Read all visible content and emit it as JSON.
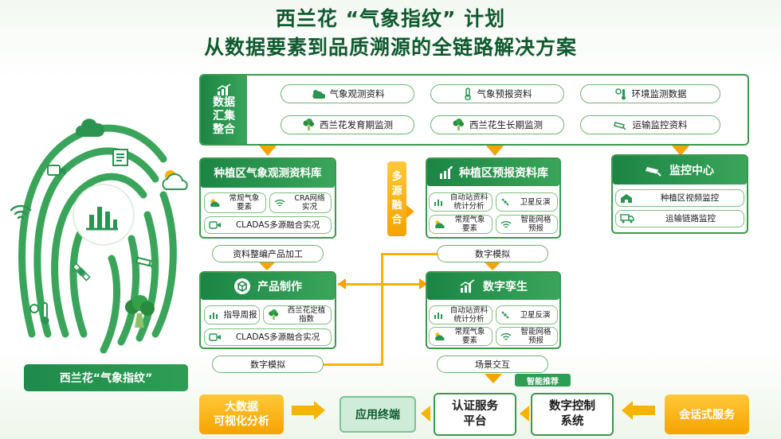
{
  "title": {
    "line1": "西兰花 “气象指纹” 计划",
    "line2": "从数据要素到品质溯源的全链路解决方案"
  },
  "fingerprint_label": "西兰花“气象指纹”",
  "data_collection": {
    "label": "数据汇集整合",
    "label_lines": [
      "数据",
      "汇集",
      "整合"
    ],
    "items": [
      {
        "label": "气象观测资料",
        "icon": "cloud-sun-icon"
      },
      {
        "label": "气象预报资料",
        "icon": "thermometer-icon"
      },
      {
        "label": "环境监测数据",
        "icon": "thermo-sun-icon"
      },
      {
        "label": "西兰花发育期监测",
        "icon": "broccoli-icon"
      },
      {
        "label": "西兰花生长期监测",
        "icon": "broccoli-icon"
      },
      {
        "label": "运输监控资料",
        "icon": "camera-icon"
      }
    ]
  },
  "planting_obs": {
    "title": "种植区气象观测资料库",
    "items": [
      "常规气象要素",
      "CRA网络实况"
    ],
    "item_lines": [
      [
        "常规气象",
        "要素"
      ],
      [
        "CRA网络",
        "实况"
      ]
    ],
    "wide": "CLADAS多源融合实况",
    "process": "资料整编产品加工"
  },
  "multi_source": {
    "label": "多源融合",
    "lines": [
      "多",
      "源",
      "融",
      "合"
    ]
  },
  "planting_forecast": {
    "title": "种植区预报资料库",
    "items": [
      {
        "lines": [
          "自动站资料",
          "统计分析"
        ]
      },
      {
        "lines": [
          "卫星反演"
        ]
      },
      {
        "lines": [
          "常规气象",
          "要素"
        ]
      },
      {
        "lines": [
          "智能网格",
          "预报"
        ]
      }
    ],
    "process": "数字模拟"
  },
  "monitoring": {
    "title": "监控中心",
    "items": [
      "种植区视频监控",
      "运输链路监控"
    ]
  },
  "product": {
    "title": "产品制作",
    "items": [
      {
        "lines": [
          "指导周报"
        ]
      },
      {
        "lines": [
          "西兰花定植",
          "指数"
        ]
      }
    ],
    "wide": "CLADAS多源融合实况",
    "process": "数字模拟"
  },
  "twin": {
    "title": "数字孪生",
    "items": [
      {
        "lines": [
          "自动站资料",
          "统计分析"
        ]
      },
      {
        "lines": [
          "卫星反演"
        ]
      },
      {
        "lines": [
          "常规气象",
          "要素"
        ]
      },
      {
        "lines": [
          "智能网格",
          "预报"
        ]
      }
    ],
    "process": "场景交互",
    "recommend": "智能推荐"
  },
  "bottom": {
    "bigdata": [
      "大数据",
      "可视化分析"
    ],
    "app": "应用终端",
    "cert": [
      "认证服务",
      "平台"
    ],
    "control": [
      "数字控制",
      "系统"
    ],
    "chat": "会话式服务"
  },
  "colors": {
    "primary_green": "#1c8545",
    "accent_yellow": "#f5a300",
    "title_green": "#0f5a2e"
  }
}
